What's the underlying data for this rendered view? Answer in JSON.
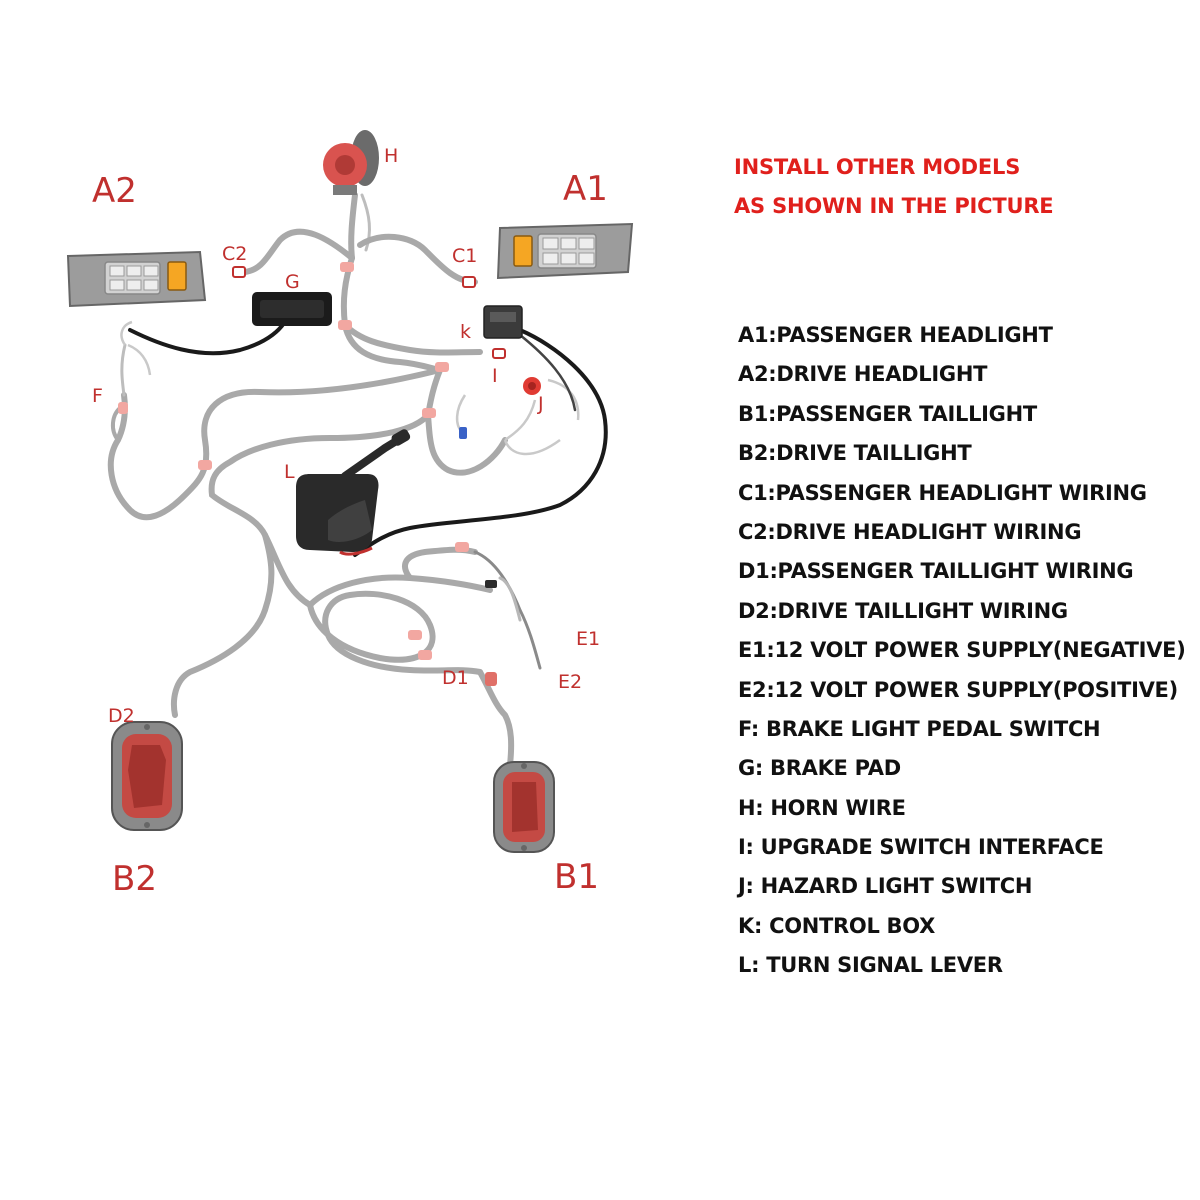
{
  "notice": {
    "line1": "INSTALL OTHER MODELS",
    "line2": "AS SHOWN IN THE PICTURE"
  },
  "colors": {
    "wire_gray": "#a9a9a9",
    "wire_black": "#1a1a1a",
    "label_red": "#c0302e",
    "notice_red": "#e0201c",
    "connector_pink": "#f2a7a1"
  },
  "diagram_labels": {
    "A1": "A1",
    "A2": "A2",
    "B1": "B1",
    "B2": "B2",
    "C1": "C1",
    "C2": "C2",
    "D1": "D1",
    "D2": "D2",
    "E1": "E1",
    "E2": "E2",
    "F": "F",
    "G": "G",
    "H": "H",
    "I": "I",
    "J": "J",
    "K": "k",
    "L": "L"
  },
  "legend": [
    "A1:PASSENGER HEADLIGHT",
    "A2:DRIVE HEADLIGHT",
    "B1:PASSENGER TAILLIGHT",
    "B2:DRIVE TAILLIGHT",
    "C1:PASSENGER HEADLIGHT WIRING",
    "C2:DRIVE HEADLIGHT WIRING",
    "D1:PASSENGER TAILLIGHT WIRING",
    "D2:DRIVE TAILLIGHT WIRING",
    "E1:12 VOLT POWER SUPPLY(NEGATIVE)",
    "E2:12 VOLT POWER SUPPLY(POSITIVE)",
    "F: BRAKE LIGHT PEDAL SWITCH",
    "G: BRAKE PAD",
    "H: HORN WIRE",
    "I: UPGRADE SWITCH INTERFACE",
    "J: HAZARD LIGHT SWITCH",
    "K: CONTROL BOX",
    "L: TURN SIGNAL LEVER"
  ]
}
